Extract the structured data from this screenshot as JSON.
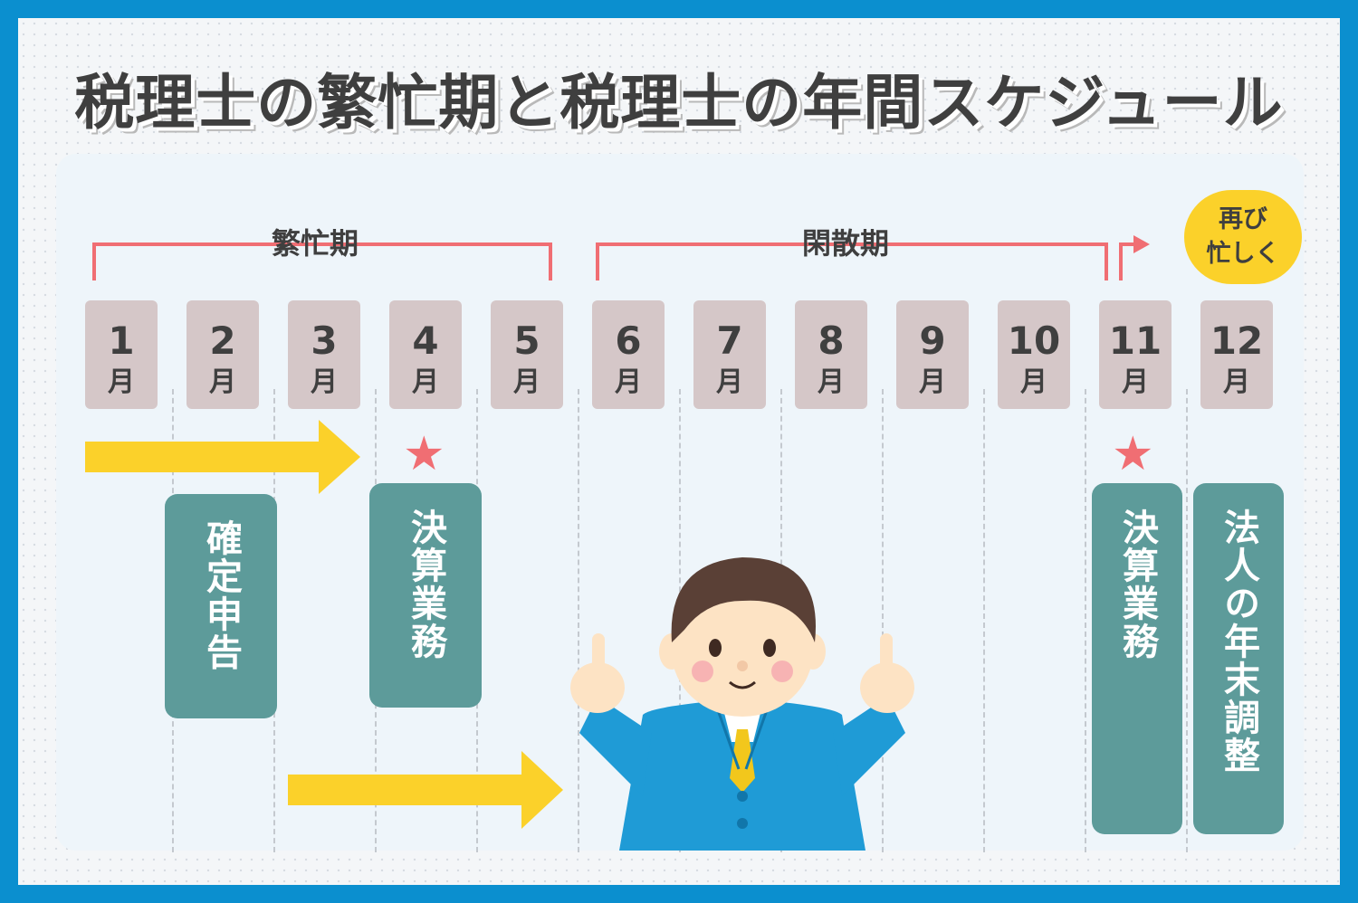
{
  "title": "税理士の繁忙期と税理士の年間スケジュール",
  "periods": {
    "busy": "繁忙期",
    "idle": "閑散期",
    "again_busy": "再び忙しく"
  },
  "month_unit": "月",
  "months": [
    "1",
    "2",
    "3",
    "4",
    "5",
    "6",
    "7",
    "8",
    "9",
    "10",
    "11",
    "12"
  ],
  "tasks": {
    "tax_return": "確定申告",
    "settlement_april": "決算業務",
    "settlement_nov": "決算業務",
    "year_end": "法人の年末調整"
  },
  "bubble_lines": [
    "再び",
    "忙しく"
  ],
  "colors": {
    "frame": "#0b8fcf",
    "month_box": "#d5c7c8",
    "task_box": "#5d9b9a",
    "bracket": "#f06e73",
    "arrow": "#fbd12a",
    "star": "#f06e73"
  }
}
